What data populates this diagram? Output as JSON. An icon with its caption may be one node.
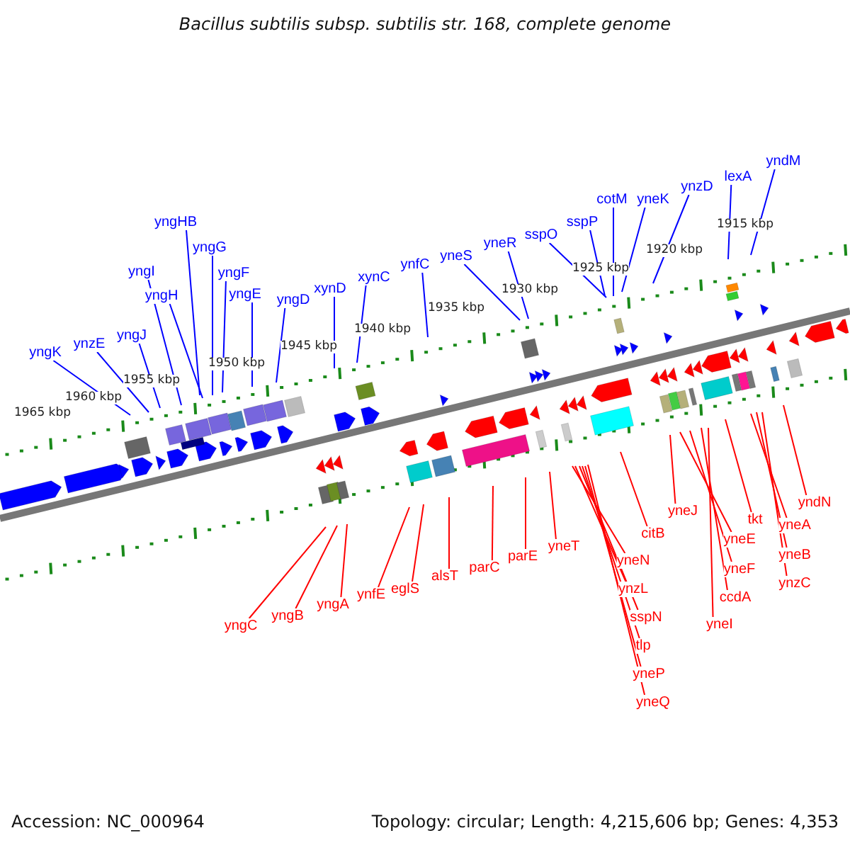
{
  "diagram": {
    "title": "Bacillus subtilis subsp. subtilis str. 168, complete genome",
    "nodes": [
      {
        "text": [
          "yngK"
        ]
      },
      {
        "text": [
          "ynzE"
        ]
      },
      {
        "text": [
          "yngJ"
        ]
      },
      {
        "text": [
          "yngI"
        ]
      },
      {
        "text": [
          "yngHB"
        ]
      },
      {
        "text": [
          "yngH"
        ]
      },
      {
        "text": [
          "yngG"
        ]
      },
      {
        "text": [
          "yngF"
        ]
      },
      {
        "text": [
          "yngE"
        ]
      },
      {
        "text": [
          "yngD"
        ]
      },
      {
        "text": [
          "xynD"
        ]
      },
      {
        "text": [
          "xynC"
        ]
      },
      {
        "text": [
          "ynfC"
        ]
      },
      {
        "text": [
          "yneS"
        ]
      },
      {
        "text": [
          "yneR"
        ]
      },
      {
        "text": [
          "sspO"
        ]
      },
      {
        "text": [
          "sspP"
        ]
      },
      {
        "text": [
          "cotM"
        ]
      },
      {
        "text": [
          "yneK"
        ]
      },
      {
        "text": [
          "ynzD"
        ]
      },
      {
        "text": [
          "lexA"
        ]
      },
      {
        "text": [
          "yndM"
        ]
      },
      {
        "text": [
          "yngC"
        ]
      },
      {
        "text": [
          "yngB"
        ]
      },
      {
        "text": [
          "yngA"
        ]
      },
      {
        "text": [
          "ynfE"
        ]
      },
      {
        "text": [
          "eglS"
        ]
      },
      {
        "text": [
          "alsT"
        ]
      },
      {
        "text": [
          "parC"
        ]
      },
      {
        "text": [
          "parE"
        ]
      },
      {
        "text": [
          "yneT"
        ]
      },
      {
        "text": [
          "yneN"
        ]
      },
      {
        "text": [
          "ynzL"
        ]
      },
      {
        "text": [
          "sspN"
        ]
      },
      {
        "text": [
          "tlp"
        ]
      },
      {
        "text": [
          "yneP"
        ]
      },
      {
        "text": [
          "yneQ"
        ]
      },
      {
        "text": [
          "citB"
        ]
      },
      {
        "text": [
          "yneJ"
        ]
      },
      {
        "text": [
          "yneE"
        ]
      },
      {
        "text": [
          "yneF"
        ]
      },
      {
        "text": [
          "ccdA"
        ]
      },
      {
        "text": [
          "yneI"
        ]
      },
      {
        "text": [
          "tkt"
        ]
      },
      {
        "text": [
          "yneA"
        ]
      },
      {
        "text": [
          "yneB"
        ]
      },
      {
        "text": [
          "ynzC"
        ]
      },
      {
        "text": [
          "yndN"
        ]
      }
    ],
    "edges": [
      {
        "from": 0,
        "to": null,
        "arrow": "none",
        "color": "#0000ff"
      },
      {
        "from": 1,
        "to": null,
        "arrow": "none",
        "color": "#0000ff"
      },
      {
        "from": 2,
        "to": null,
        "arrow": "none",
        "color": "#0000ff"
      },
      {
        "from": 3,
        "to": null,
        "arrow": "none",
        "color": "#0000ff"
      },
      {
        "from": 4,
        "to": null,
        "arrow": "none",
        "color": "#0000ff"
      },
      {
        "from": 5,
        "to": null,
        "arrow": "none",
        "color": "#0000ff"
      },
      {
        "from": 6,
        "to": null,
        "arrow": "none",
        "color": "#0000ff"
      },
      {
        "from": 7,
        "to": null,
        "arrow": "none",
        "color": "#0000ff"
      },
      {
        "from": 8,
        "to": null,
        "arrow": "none",
        "color": "#0000ff"
      },
      {
        "from": 9,
        "to": null,
        "arrow": "none",
        "color": "#0000ff"
      },
      {
        "from": 10,
        "to": null,
        "arrow": "none",
        "color": "#0000ff"
      },
      {
        "from": 11,
        "to": null,
        "arrow": "none",
        "color": "#0000ff"
      },
      {
        "from": 12,
        "to": null,
        "arrow": "none",
        "color": "#0000ff"
      },
      {
        "from": 13,
        "to": null,
        "arrow": "none",
        "color": "#0000ff"
      },
      {
        "from": 14,
        "to": null,
        "arrow": "none",
        "color": "#0000ff"
      },
      {
        "from": 15,
        "to": null,
        "arrow": "none",
        "color": "#0000ff"
      },
      {
        "from": 16,
        "to": null,
        "arrow": "none",
        "color": "#0000ff"
      },
      {
        "from": 17,
        "to": null,
        "arrow": "none",
        "color": "#0000ff"
      },
      {
        "from": 18,
        "to": null,
        "arrow": "none",
        "color": "#0000ff"
      },
      {
        "from": 19,
        "to": null,
        "arrow": "none",
        "color": "#0000ff"
      },
      {
        "from": 20,
        "to": null,
        "arrow": "none",
        "color": "#0000ff"
      },
      {
        "from": 21,
        "to": null,
        "arrow": "none",
        "color": "#0000ff"
      },
      {
        "from": 22,
        "to": null,
        "arrow": "none",
        "color": "#ff0000"
      },
      {
        "from": 23,
        "to": null,
        "arrow": "none",
        "color": "#ff0000"
      },
      {
        "from": 24,
        "to": null,
        "arrow": "none",
        "color": "#ff0000"
      },
      {
        "from": 25,
        "to": null,
        "arrow": "none",
        "color": "#ff0000"
      },
      {
        "from": 26,
        "to": null,
        "arrow": "none",
        "color": "#ff0000"
      },
      {
        "from": 27,
        "to": null,
        "arrow": "none",
        "color": "#ff0000"
      },
      {
        "from": 28,
        "to": null,
        "arrow": "none",
        "color": "#ff0000"
      },
      {
        "from": 29,
        "to": null,
        "arrow": "none",
        "color": "#ff0000"
      },
      {
        "from": 30,
        "to": null,
        "arrow": "none",
        "color": "#ff0000"
      },
      {
        "from": 31,
        "to": null,
        "arrow": "none",
        "color": "#ff0000"
      },
      {
        "from": 32,
        "to": null,
        "arrow": "none",
        "color": "#ff0000"
      },
      {
        "from": 33,
        "to": null,
        "arrow": "none",
        "color": "#ff0000"
      },
      {
        "from": 34,
        "to": null,
        "arrow": "none",
        "color": "#ff0000"
      },
      {
        "from": 35,
        "to": null,
        "arrow": "none",
        "color": "#ff0000"
      },
      {
        "from": 36,
        "to": null,
        "arrow": "none",
        "color": "#ff0000"
      },
      {
        "from": 37,
        "to": null,
        "arrow": "none",
        "color": "#ff0000"
      },
      {
        "from": 38,
        "to": null,
        "arrow": "none",
        "color": "#ff0000"
      },
      {
        "from": 39,
        "to": null,
        "arrow": "none",
        "color": "#ff0000"
      },
      {
        "from": 40,
        "to": null,
        "arrow": "none",
        "color": "#ff0000"
      },
      {
        "from": 41,
        "to": null,
        "arrow": "none",
        "color": "#ff0000"
      },
      {
        "from": 42,
        "to": null,
        "arrow": "none",
        "color": "#ff0000"
      },
      {
        "from": 43,
        "to": null,
        "arrow": "none",
        "color": "#ff0000"
      },
      {
        "from": 44,
        "to": null,
        "arrow": "none",
        "color": "#ff0000"
      },
      {
        "from": 45,
        "to": null,
        "arrow": "none",
        "color": "#ff0000"
      },
      {
        "from": 46,
        "to": null,
        "arrow": "none",
        "color": "#ff0000"
      },
      {
        "from": 47,
        "to": null,
        "arrow": "none",
        "color": "#ff0000"
      }
    ],
    "labels": [
      "1965 kbp",
      "1960 kbp",
      "1955 kbp",
      "1950 kbp",
      "1945 kbp",
      "1940 kbp",
      "1935 kbp",
      "1930 kbp",
      "1925 kbp",
      "1920 kbp",
      "1915 kbp",
      "Accession: NC_000964",
      "Topology: circular; Length: 4,215,606 bp; Genes: 4,353"
    ]
  }
}
